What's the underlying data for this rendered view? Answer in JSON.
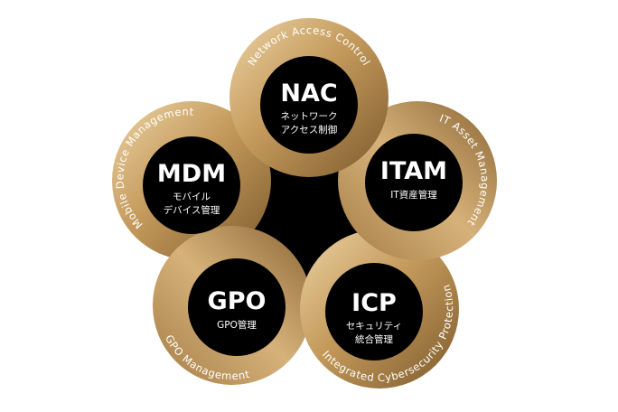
{
  "colors": {
    "gold_light": "#ecd3a4",
    "gold_mid": "#c49a5c",
    "gold_dark": "#7d5a2c",
    "core": "#000000"
  },
  "nodes": {
    "nac": {
      "abbr": "NAC",
      "sub1": "ネットワーク",
      "sub2": "アクセス制御",
      "ring_label": "Network Access Control"
    },
    "mdm": {
      "abbr": "MDM",
      "sub1": "モバイル",
      "sub2": "デバイス管理",
      "ring_label": "Mobile Device Management"
    },
    "itam": {
      "abbr": "ITAM",
      "sub1": "IT資産管理",
      "ring_label": "IT Asset Management"
    },
    "gpo": {
      "abbr": "GPO",
      "sub1": "GPO管理",
      "ring_label": "GPO Management"
    },
    "icp": {
      "abbr": "ICP",
      "sub1": "セキュリティ",
      "sub2": "統合管理",
      "ring_label": "Integrated Cybersecurity Protection"
    }
  }
}
